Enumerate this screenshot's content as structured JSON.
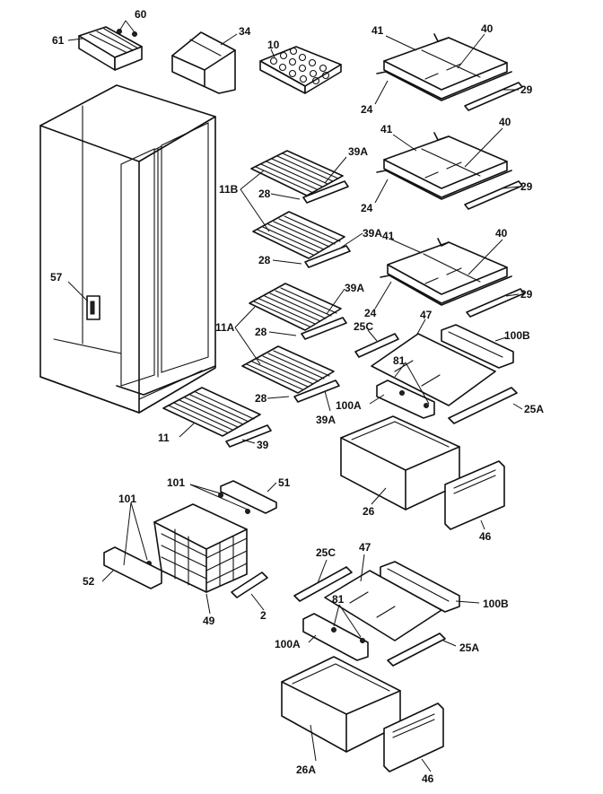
{
  "callouts": {
    "c60": "60",
    "c61": "61",
    "c34": "34",
    "c10": "10",
    "c41a": "41",
    "c40a": "40",
    "c24a": "24",
    "c29a": "29",
    "c41b": "41",
    "c40b": "40",
    "c24b": "24",
    "c29b": "29",
    "c41c": "41",
    "c40c": "40",
    "c24c": "24",
    "c29c": "29",
    "c39a1": "39A",
    "c11b": "11B",
    "c28a": "28",
    "c39a2": "39A",
    "c28b": "28",
    "c39a3": "39A",
    "c11a": "11A",
    "c28c": "28",
    "c28d": "28",
    "c39a4": "39A",
    "c57": "57",
    "c11": "11",
    "c39": "39",
    "c47a": "47",
    "c25ca": "25C",
    "c100ba": "100B",
    "c81a": "81",
    "c100aa": "100A",
    "c25aa": "25A",
    "c26": "26",
    "c46a": "46",
    "c101a": "101",
    "c51": "51",
    "c101b": "101",
    "c52": "52",
    "c49": "49",
    "c2": "2",
    "c25cb": "25C",
    "c47b": "47",
    "c100bb": "100B",
    "c81b": "81",
    "c100ab": "100A",
    "c25ab": "25A",
    "c26a": "26A",
    "c46b": "46"
  }
}
